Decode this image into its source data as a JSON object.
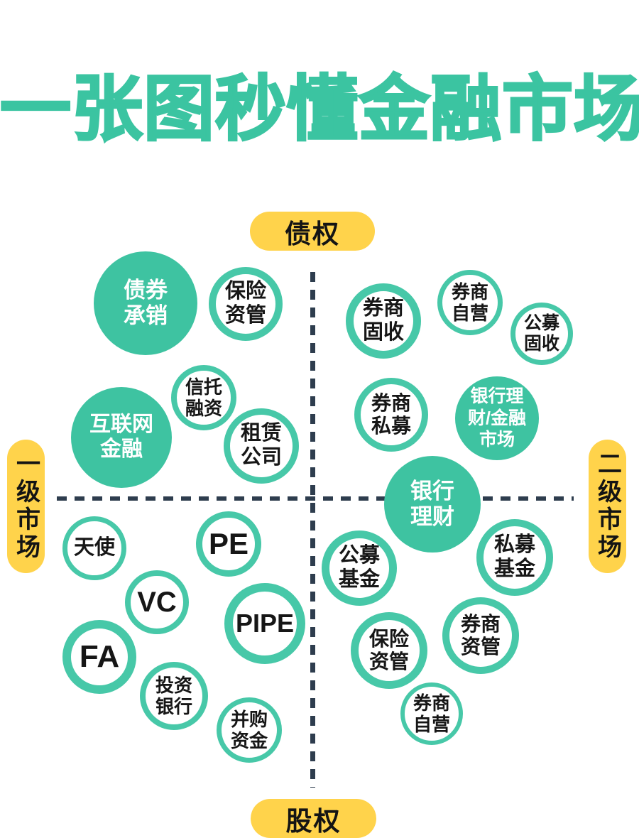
{
  "title": "一张图秒懂金融市场",
  "axis_labels": {
    "top": "债权",
    "bottom": "股权",
    "left": "一级市场",
    "right": "二级市场"
  },
  "colors": {
    "teal_fill": "#3EC3A1",
    "teal_ring": "#47C8A8",
    "title_teal": "#3BC4A1",
    "label_yellow": "#FFD34B",
    "dash_dark": "#2E3D4E",
    "dark_text": "#161616"
  },
  "nodes": [
    {
      "label": "债券\n承销",
      "style": "filled",
      "quadrant": "primary-debt"
    },
    {
      "label": "保险\n资管",
      "style": "outline",
      "quadrant": "primary-debt"
    },
    {
      "label": "信托\n融资",
      "style": "outline",
      "quadrant": "primary-debt"
    },
    {
      "label": "互联网\n金融",
      "style": "filled",
      "quadrant": "primary-debt"
    },
    {
      "label": "租赁\n公司",
      "style": "outline",
      "quadrant": "primary-debt"
    },
    {
      "label": "券商\n固收",
      "style": "outline",
      "quadrant": "secondary-debt"
    },
    {
      "label": "券商\n自营",
      "style": "outline",
      "quadrant": "secondary-debt"
    },
    {
      "label": "公募\n固收",
      "style": "outline",
      "quadrant": "secondary-debt"
    },
    {
      "label": "券商\n私募",
      "style": "outline",
      "quadrant": "secondary-debt"
    },
    {
      "label": "银行理\n财/金融\n市场",
      "style": "filled",
      "quadrant": "secondary-debt"
    },
    {
      "label": "银行\n理财",
      "style": "filled",
      "quadrant": "center"
    },
    {
      "label": "天使",
      "style": "outline",
      "quadrant": "primary-equity"
    },
    {
      "label": "PE",
      "style": "outline",
      "quadrant": "primary-equity"
    },
    {
      "label": "VC",
      "style": "outline",
      "quadrant": "primary-equity"
    },
    {
      "label": "PIPE",
      "style": "outline",
      "quadrant": "primary-equity"
    },
    {
      "label": "FA",
      "style": "outline",
      "quadrant": "primary-equity"
    },
    {
      "label": "投资\n银行",
      "style": "outline",
      "quadrant": "primary-equity"
    },
    {
      "label": "并购\n资金",
      "style": "outline",
      "quadrant": "primary-equity"
    },
    {
      "label": "公募\n基金",
      "style": "outline",
      "quadrant": "secondary-equity"
    },
    {
      "label": "私募\n基金",
      "style": "outline",
      "quadrant": "secondary-equity"
    },
    {
      "label": "保险\n资管",
      "style": "outline",
      "quadrant": "secondary-equity"
    },
    {
      "label": "券商\n资管",
      "style": "outline",
      "quadrant": "secondary-equity"
    },
    {
      "label": "券商\n自营",
      "style": "outline",
      "quadrant": "secondary-equity"
    }
  ]
}
